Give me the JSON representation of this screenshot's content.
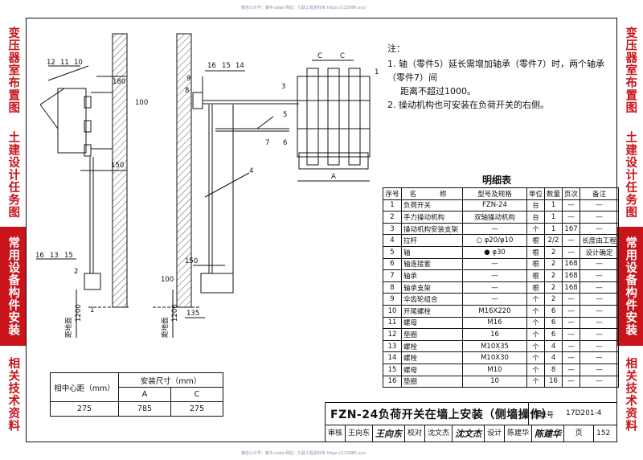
{
  "watermark": {
    "top": "微信公众号：蜗牛cadal   网站：久联工程资料库 https://123986.xyz/",
    "bottom": "微信公众号：蜗牛cadal   网站：久联工程资料库 https://123986.xyz/"
  },
  "sidebar": [
    {
      "label": "变压器室布置图",
      "active": false
    },
    {
      "label": "土建设计任务图",
      "active": false
    },
    {
      "label": "常用设备构件安装",
      "active": true
    },
    {
      "label": "相关技术资料",
      "active": false
    }
  ],
  "drawing": {
    "callouts_left_top": [
      "12",
      "11",
      "10"
    ],
    "callouts_left_mid": [
      "16",
      "13",
      "15"
    ],
    "callouts_center_top": [
      "16",
      "15",
      "14"
    ],
    "callouts_misc": [
      "9",
      "8",
      "3",
      "5",
      "7",
      "6",
      "4",
      "2",
      "1",
      "1"
    ],
    "dims": {
      "d180a": "180",
      "d100": "100",
      "d150a": "150",
      "d1200a": "1200",
      "d150b": "150",
      "d100b": "100",
      "d1200b": "1200",
      "d135": "135",
      "dC1": "C",
      "dC2": "C",
      "dA": "A"
    },
    "floor_labels": [
      "距地面",
      "距地面"
    ]
  },
  "notes": {
    "title": "注：",
    "items": [
      {
        "num": "1.",
        "line1": "轴（零件5）延长需增加轴承（零件7）时，两个轴承（零件7）间",
        "line2": "距离不超过1000。"
      },
      {
        "num": "2.",
        "line1": "操动机构也可安装在负荷开关的右侧。",
        "line2": ""
      }
    ]
  },
  "parts_table": {
    "title": "明细表",
    "headers": [
      "序号",
      "名",
      "称",
      "型号及规格",
      "单位",
      "数量",
      "页次",
      "备注"
    ],
    "rows": [
      [
        "1",
        "负荷开关",
        "FZN-24",
        "台",
        "1",
        "—",
        "—"
      ],
      [
        "2",
        "手力操动机构",
        "双轴操动机构",
        "台",
        "1",
        "—",
        "—"
      ],
      [
        "3",
        "操动机构安装支架",
        "—",
        "个",
        "1",
        "167",
        "—"
      ],
      [
        "4",
        "拉杆",
        "○ φ20/φ10",
        "根",
        "2/2",
        "—",
        "长度由工程"
      ],
      [
        "5",
        "轴",
        "● φ30",
        "根",
        "2",
        "—",
        "设计确定"
      ],
      [
        "6",
        "轴连接套",
        "—",
        "根",
        "2",
        "168",
        "—"
      ],
      [
        "7",
        "轴承",
        "—",
        "根",
        "2",
        "168",
        "—"
      ],
      [
        "8",
        "轴承支架",
        "—",
        "根",
        "2",
        "168",
        "—"
      ],
      [
        "9",
        "伞齿轮组合",
        "—",
        "个",
        "2",
        "—",
        "—"
      ],
      [
        "10",
        "开尾螺栓",
        "M16X220",
        "个",
        "6",
        "—",
        "—"
      ],
      [
        "11",
        "螺母",
        "M16",
        "个",
        "6",
        "—",
        "—"
      ],
      [
        "12",
        "垫圈",
        "16",
        "个",
        "6",
        "—",
        "—"
      ],
      [
        "13",
        "螺栓",
        "M10X35",
        "个",
        "4",
        "—",
        "—"
      ],
      [
        "14",
        "螺栓",
        "M10X30",
        "个",
        "4",
        "—",
        "—"
      ],
      [
        "15",
        "螺母",
        "M10",
        "个",
        "8",
        "—",
        "—"
      ],
      [
        "16",
        "垫圈",
        "10",
        "个",
        "16",
        "—",
        "—"
      ]
    ]
  },
  "spec_table": {
    "h1": "相中心距（mm）",
    "h2": "安装尺寸（mm）",
    "colA": "A",
    "colC": "C",
    "row": [
      "275",
      "785",
      "275"
    ]
  },
  "title_block": {
    "title": "FZN-24负荷开关在墙上安装（侧墙操作）",
    "atlas_label": "图集号",
    "atlas_no": "17D201-4",
    "page_label": "页",
    "page_no": "152",
    "review_label": "审核",
    "reviewer": "王向东",
    "reviewer_sig": "王向东",
    "check_label": "校对",
    "checker": "沈文杰",
    "checker_sig": "沈文杰",
    "design_label": "设计",
    "designer": "陈建华",
    "designer_sig": "陈建华"
  }
}
